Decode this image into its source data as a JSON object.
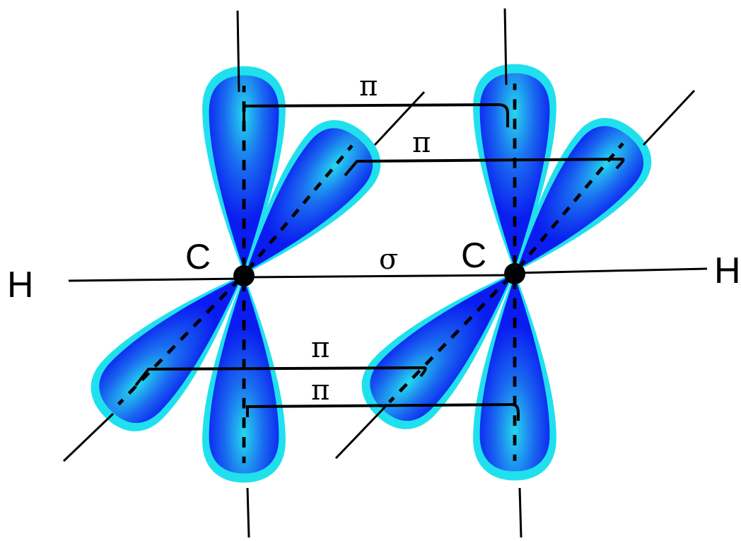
{
  "labels": {
    "carbon_left": "C",
    "carbon_right": "C",
    "hydrogen_left": "H",
    "hydrogen_right": "H",
    "sigma": "σ",
    "pi_top_1": "π",
    "pi_top_2": "π",
    "pi_bottom_1": "π",
    "pi_bottom_2": "π"
  },
  "colors": {
    "lobe_core": "#0a1cf0",
    "lobe_edge": "#20e0ee",
    "lobe_mid": "#2f7cf2",
    "line": "#000000",
    "background": "#ffffff"
  }
}
